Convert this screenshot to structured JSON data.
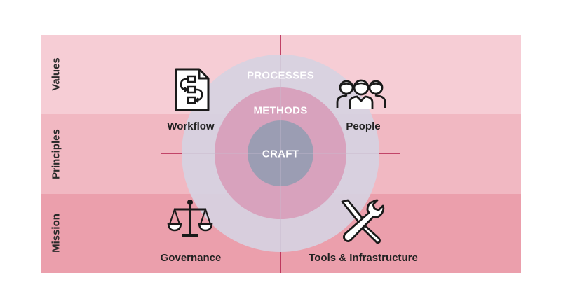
{
  "rows": {
    "values": "Values",
    "principles": "Principles",
    "mission": "Mission"
  },
  "rings": {
    "outer": "PROCESSES",
    "middle": "METHODS",
    "inner": "CRAFT"
  },
  "quadrants": {
    "top_left": "Workflow",
    "top_right": "People",
    "bottom_left": "Governance",
    "bottom_right": "Tools & Infrastructure"
  },
  "icons": {
    "top_left": "workflow-document-icon",
    "top_right": "people-group-icon",
    "bottom_left": "scales-icon",
    "bottom_right": "wrench-screwdriver-icon"
  },
  "colors": {
    "band_values": "#f6cdd5",
    "band_principles": "#f1b8c2",
    "band_mission": "#eb9fac",
    "axis": "#b21e4b",
    "outer_circle": "#d6d2e1",
    "middle_circle": "#d89fba",
    "inner_circle": "#9b9db3"
  }
}
